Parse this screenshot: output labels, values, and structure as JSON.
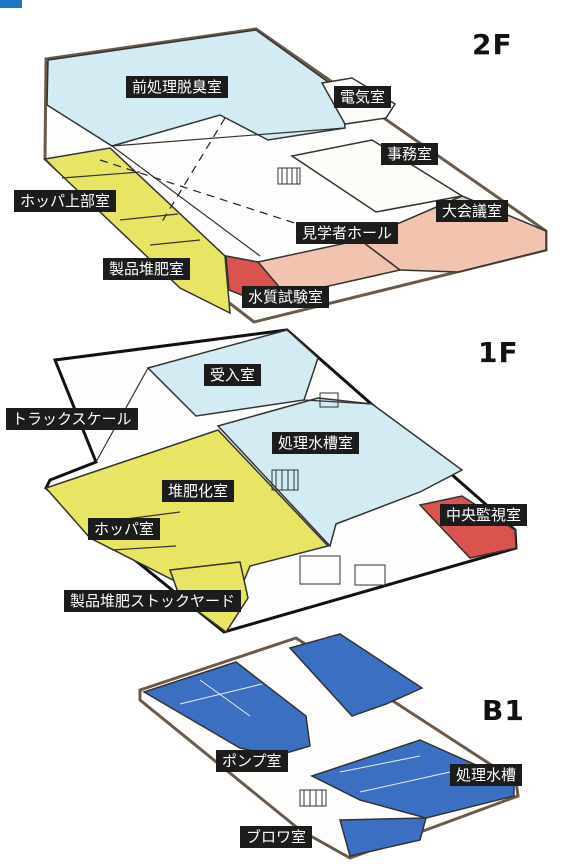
{
  "floors": {
    "f2": {
      "label": "2F",
      "rooms": {
        "pretreatment_deodor": "前処理脱臭室",
        "electrical": "電気室",
        "office": "事務室",
        "hopper_upper": "ホッパ上部室",
        "conference": "大会議室",
        "visitor_hall": "見学者ホール",
        "product_compost": "製品堆肥室",
        "water_test": "水質試験室"
      }
    },
    "f1": {
      "label": "1F",
      "rooms": {
        "receiving": "受入室",
        "truck_scale": "トラックスケール",
        "treated_water_tank_room": "処理水槽室",
        "composting": "堆肥化室",
        "central_control": "中央監視室",
        "hopper": "ホッパ室",
        "product_stockyard": "製品堆肥ストックヤード"
      }
    },
    "b1": {
      "label": "B1",
      "rooms": {
        "pump": "ポンプ室",
        "treated_water_tank": "処理水槽",
        "blower": "ブロワ室"
      }
    }
  },
  "colors": {
    "deodor_blue": "#d3ecf3",
    "compost_yellow": "#e8e464",
    "hall_salmon": "#f2c4b0",
    "lab_red": "#d9534f",
    "b1_blue": "#3b6fc2",
    "outline_brown": "#6b5a4a",
    "accent_blue": "#1e78c8"
  }
}
